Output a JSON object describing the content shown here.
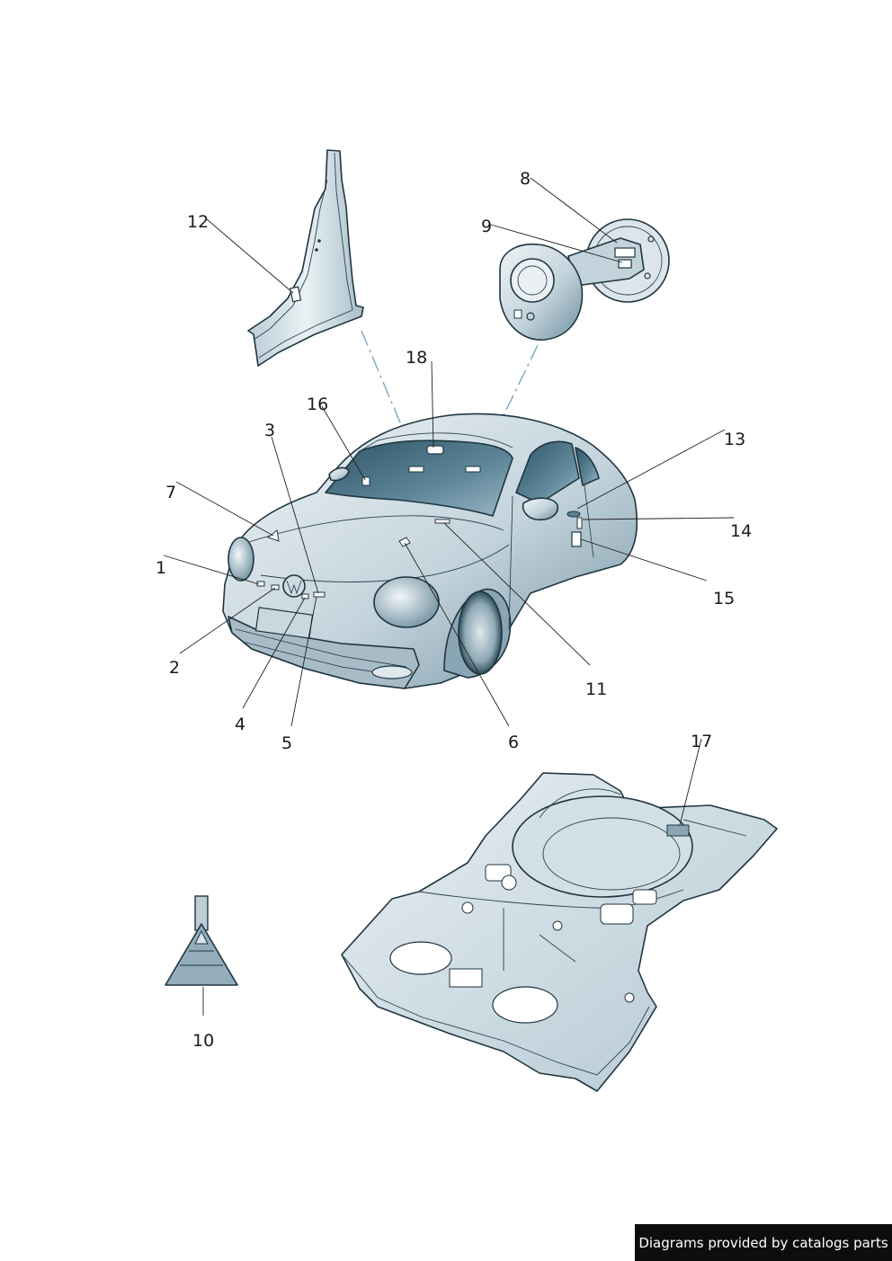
{
  "callouts": [
    "1",
    "2",
    "3",
    "4",
    "5",
    "6",
    "7",
    "8",
    "9",
    "10",
    "11",
    "12",
    "13",
    "14",
    "15",
    "16",
    "17",
    "18"
  ],
  "footer": {
    "credit": "Diagrams provided by catalogs parts"
  },
  "colors": {
    "body_light": "#e6edf1",
    "body_mid": "#b8cad4",
    "body_dark": "#5d7f90",
    "glass_dark": "#3a6275",
    "outline": "#1e3540",
    "leader": "#222222",
    "dash": "#7fa6b8"
  },
  "parts": [
    "a-pillar-panel",
    "fuel-filler-flap",
    "car-body",
    "warning-triangle",
    "floor-pan"
  ]
}
